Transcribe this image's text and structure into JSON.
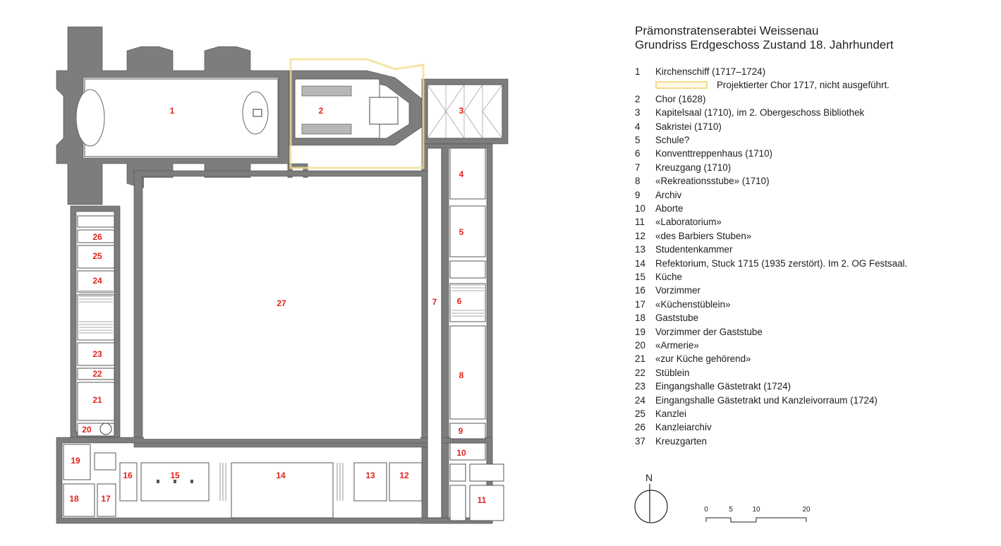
{
  "title": {
    "line1": "Prämonstratenserabtei Weissenau",
    "line2": "Grundriss Erdgeschoss Zustand 18. Jahrhundert"
  },
  "legend": [
    {
      "num": "1",
      "text": "Kirchenschiff  (1717–1724)"
    },
    {
      "num": "",
      "text": "Projektierter Chor 1717, nicht ausgeführt.",
      "swatch": true
    },
    {
      "num": "2",
      "text": "Chor (1628)"
    },
    {
      "num": "3",
      "text": "Kapitelsaal (1710), im 2. Obergeschoss Bibliothek"
    },
    {
      "num": "4",
      "text": "Sakristei (1710)"
    },
    {
      "num": "5",
      "text": "Schule?"
    },
    {
      "num": "6",
      "text": "Konventtreppenhaus (1710)"
    },
    {
      "num": "7",
      "text": "Kreuzgang (1710)"
    },
    {
      "num": "8",
      "text": "«Rekreationsstube» (1710)"
    },
    {
      "num": "9",
      "text": "Archiv"
    },
    {
      "num": "10",
      "text": "Aborte"
    },
    {
      "num": "11",
      "text": "«Laboratorium»"
    },
    {
      "num": "12",
      "text": "«des Barbiers Stuben»"
    },
    {
      "num": "13",
      "text": "Studentenkammer"
    },
    {
      "num": "14",
      "text": "Refektorium, Stuck 1715 (1935 zerstört). Im 2. OG Festsaal."
    },
    {
      "num": "15",
      "text": "Küche"
    },
    {
      "num": "16",
      "text": "Vorzimmer"
    },
    {
      "num": "17",
      "text": "«Küchenstüblein»"
    },
    {
      "num": "18",
      "text": "Gaststube"
    },
    {
      "num": "19",
      "text": "Vorzimmer der Gaststube"
    },
    {
      "num": "20",
      "text": "«Armerie»"
    },
    {
      "num": "21",
      "text": "«zur Küche gehörend»"
    },
    {
      "num": "22",
      "text": "Stüblein"
    },
    {
      "num": "23",
      "text": "Eingangshalle Gästetrakt  (1724)"
    },
    {
      "num": "24",
      "text": "Eingangshalle Gästetrakt und Kanzleivorraum (1724)"
    },
    {
      "num": "25",
      "text": "Kanzlei"
    },
    {
      "num": "26",
      "text": "Kanzleiarchiv"
    },
    {
      "num": "37",
      "text": "Kreuzgarten"
    }
  ],
  "plan_labels": [
    "1",
    "2",
    "3",
    "4",
    "5",
    "6",
    "7",
    "8",
    "9",
    "10",
    "11",
    "12",
    "13",
    "14",
    "15",
    "16",
    "17",
    "18",
    "19",
    "20",
    "21",
    "22",
    "23",
    "24",
    "25",
    "26",
    "27"
  ],
  "north_label": "N",
  "scale_labels": [
    "0",
    "5",
    "10",
    "20"
  ],
  "colors": {
    "wall": "#7d7d7d",
    "room_label": "#e0241b",
    "projected_choir": "#f2dd8e"
  }
}
